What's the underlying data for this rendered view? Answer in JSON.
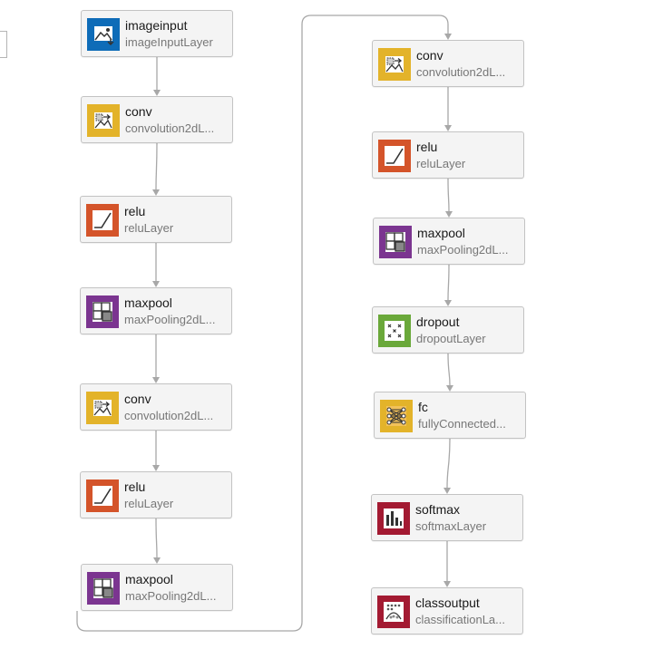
{
  "layers": [
    {
      "name": "imageinput",
      "type": "imageInputLayer",
      "kind": "input"
    },
    {
      "name": "conv",
      "type": "convolution2dL...",
      "kind": "conv"
    },
    {
      "name": "relu",
      "type": "reluLayer",
      "kind": "relu"
    },
    {
      "name": "maxpool",
      "type": "maxPooling2dL...",
      "kind": "pool"
    },
    {
      "name": "conv",
      "type": "convolution2dL...",
      "kind": "conv"
    },
    {
      "name": "relu",
      "type": "reluLayer",
      "kind": "relu"
    },
    {
      "name": "maxpool",
      "type": "maxPooling2dL...",
      "kind": "pool"
    },
    {
      "name": "conv",
      "type": "convolution2dL...",
      "kind": "conv"
    },
    {
      "name": "relu",
      "type": "reluLayer",
      "kind": "relu"
    },
    {
      "name": "maxpool",
      "type": "maxPooling2dL...",
      "kind": "pool"
    },
    {
      "name": "dropout",
      "type": "dropoutLayer",
      "kind": "dropout"
    },
    {
      "name": "fc",
      "type": "fullyConnected...",
      "kind": "fc"
    },
    {
      "name": "softmax",
      "type": "softmaxLayer",
      "kind": "softmax"
    },
    {
      "name": "classoutput",
      "type": "classificationLa...",
      "kind": "output"
    }
  ],
  "icon_styles": {
    "input": {
      "icon": "image-input-icon",
      "color": "#0e6cb8"
    },
    "conv": {
      "icon": "convolution-icon",
      "color": "#e3b32a"
    },
    "relu": {
      "icon": "relu-icon",
      "color": "#d4542a"
    },
    "pool": {
      "icon": "max-pooling-icon",
      "color": "#7b3590"
    },
    "dropout": {
      "icon": "dropout-icon",
      "color": "#6aa83a"
    },
    "fc": {
      "icon": "fully-connected-icon",
      "color": "#e3b32a"
    },
    "softmax": {
      "icon": "softmax-icon",
      "color": "#a31a32"
    },
    "output": {
      "icon": "classification-icon",
      "color": "#a31a32"
    }
  },
  "edge_color": "#a8a8a8"
}
